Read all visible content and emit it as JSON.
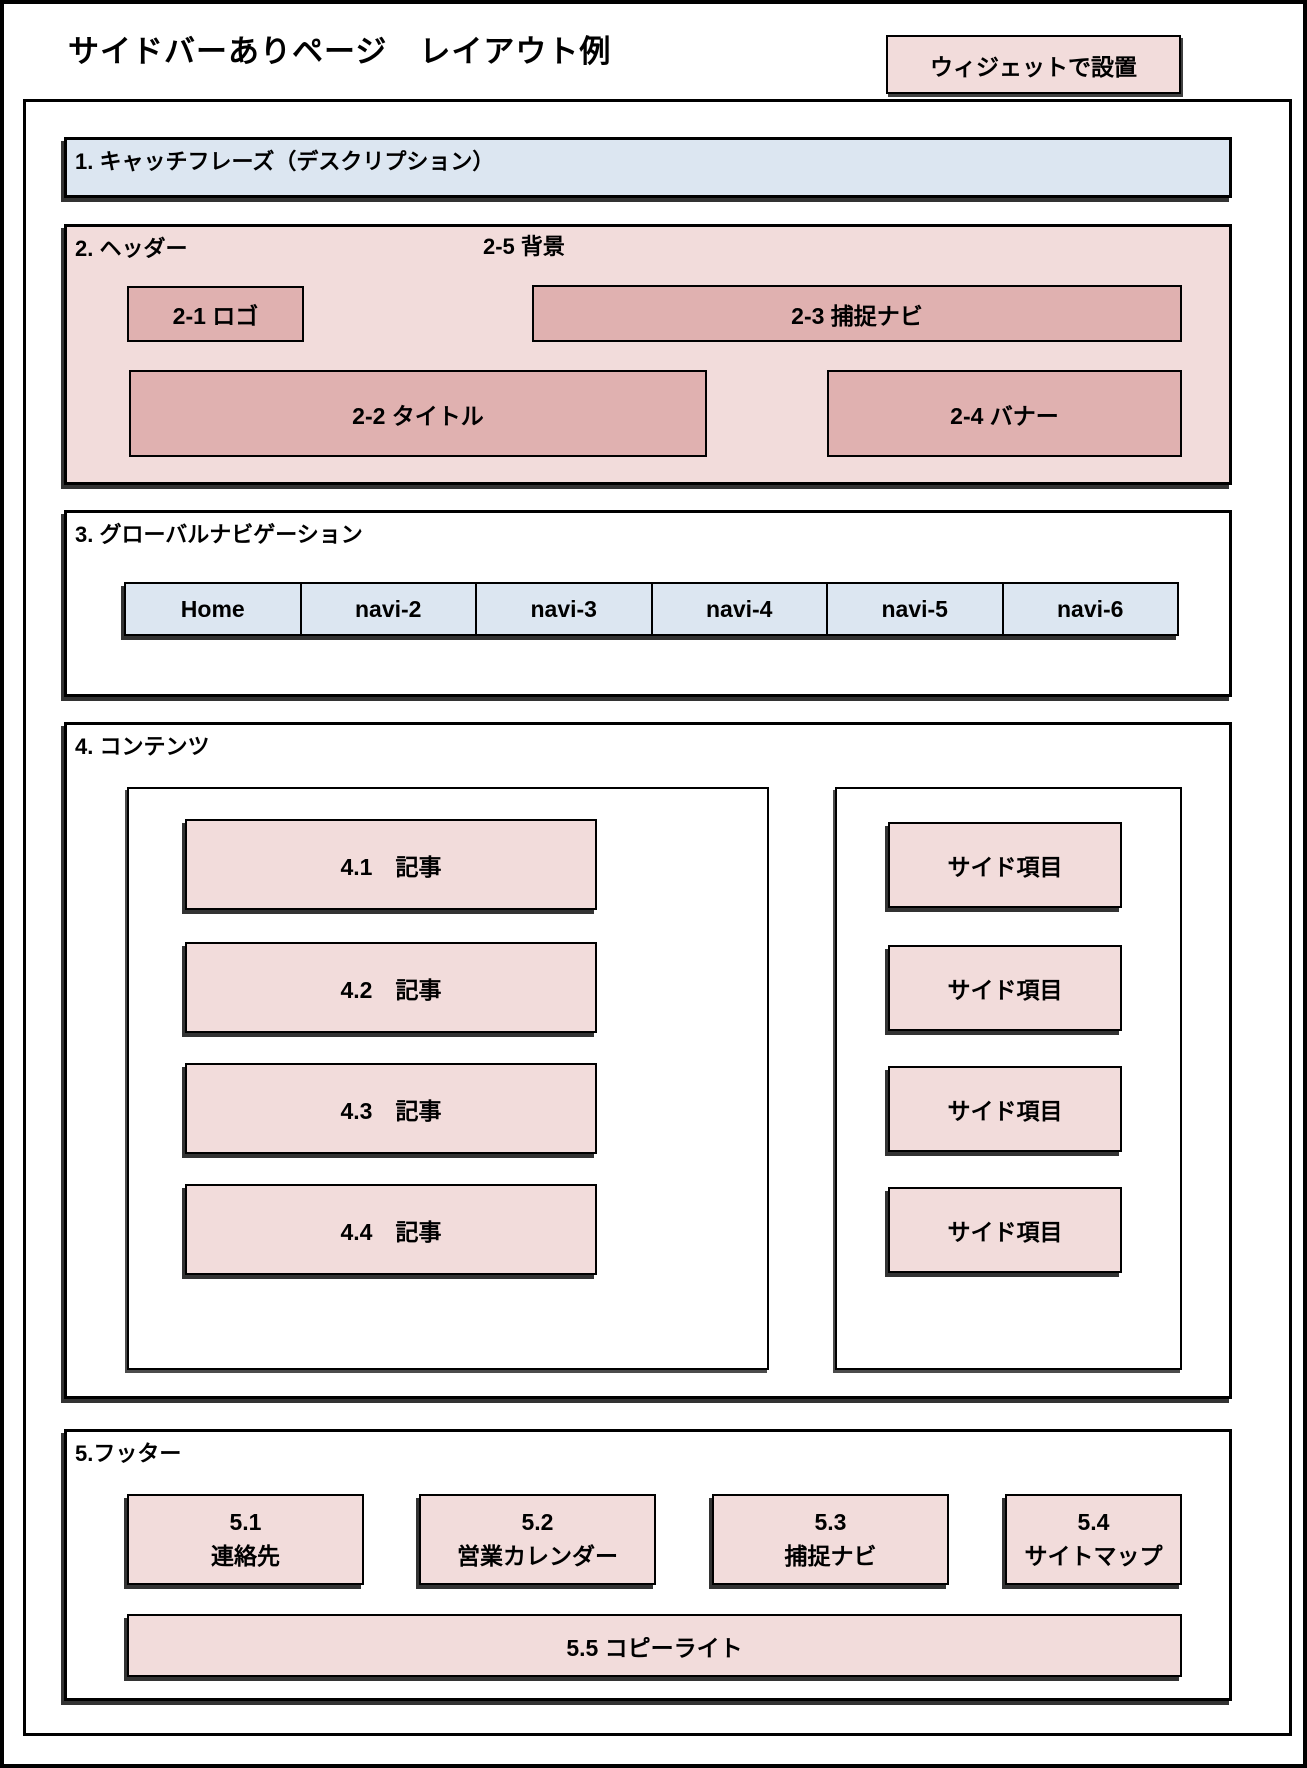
{
  "page": {
    "title": "サイドバーありページ　レイアウト例",
    "widget_badge": "ウィジェットで設置"
  },
  "colors": {
    "light_blue": "#dce6f1",
    "light_pink": "#f2dcdb",
    "mid_pink": "#e0b1b0",
    "border": "#000000"
  },
  "sections": {
    "catchphrase": {
      "label": "1. キャッチフレーズ（デスクリプション）"
    },
    "header": {
      "label": "2. ヘッダー",
      "background_label": "2-5 背景",
      "logo": "2-1 ロゴ",
      "title_box": "2-2 タイトル",
      "sub_nav": "2-3 捕捉ナビ",
      "banner": "2-4 バナー"
    },
    "global_nav": {
      "label": "3. グローバルナビゲーション",
      "items": [
        "Home",
        "navi-2",
        "navi-3",
        "navi-4",
        "navi-5",
        "navi-6"
      ]
    },
    "contents": {
      "label": "4. コンテンツ",
      "articles": [
        "4.1　記事",
        "4.2　記事",
        "4.3　記事",
        "4.4　記事"
      ],
      "side_items": [
        "サイド項目",
        "サイド項目",
        "サイド項目",
        "サイド項目"
      ]
    },
    "footer": {
      "label": "5.フッター",
      "boxes": [
        {
          "number": "5.1",
          "label": "連絡先"
        },
        {
          "number": "5.2",
          "label": "営業カレンダー"
        },
        {
          "number": "5.3",
          "label": "捕捉ナビ"
        },
        {
          "number": "5.4",
          "label": "サイトマップ"
        }
      ],
      "copyright": "5.5 コピーライト"
    }
  }
}
